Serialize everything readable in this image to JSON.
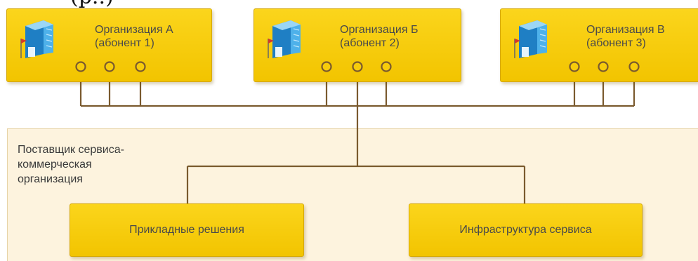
{
  "top_fragment": "(р..)",
  "organizations": [
    {
      "name": "Организация А",
      "subscriber": "(абонент 1)"
    },
    {
      "name": "Организация Б",
      "subscriber": "(абонент 2)"
    },
    {
      "name": "Организация В",
      "subscriber": "(абонент 3)"
    }
  ],
  "provider": {
    "label": "Поставщик сервиса-\nкоммерческая\nорганизация",
    "blocks": [
      "Прикладные решения",
      "Инфраструктура сервиса"
    ]
  },
  "colors": {
    "box_fill": "#f7cc0b",
    "box_border": "#d5a700",
    "provider_fill": "#fdf3de",
    "wire": "#7a5a2e"
  }
}
